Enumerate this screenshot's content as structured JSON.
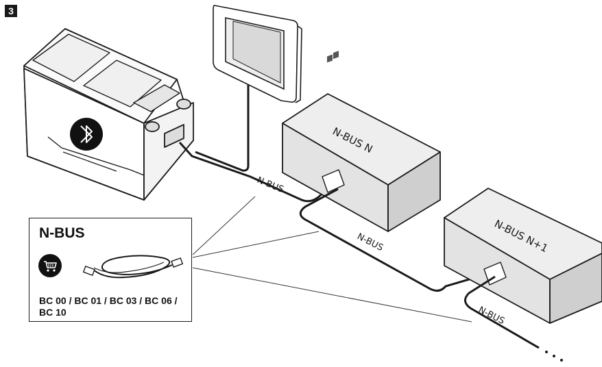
{
  "step_number": "3",
  "devices": {
    "box_n": "N-BUS N",
    "box_n1": "N-BUS N+1"
  },
  "cable_labels": {
    "battery_link": "N-BUS",
    "middle_link": "N-BUS",
    "tail_link": "N-BUS"
  },
  "legend": {
    "title": "N-BUS",
    "codes": "BC 00 / BC 01 / BC 03 / BC 06 / BC 10"
  },
  "icons": {
    "battery_badge": "bluetooth-icon",
    "legend_badge": "shopping-cart-icon"
  },
  "colors": {
    "line": "#1a1a1a",
    "box_fill": "#e3e3e3",
    "box_side": "#cfcfcf"
  }
}
